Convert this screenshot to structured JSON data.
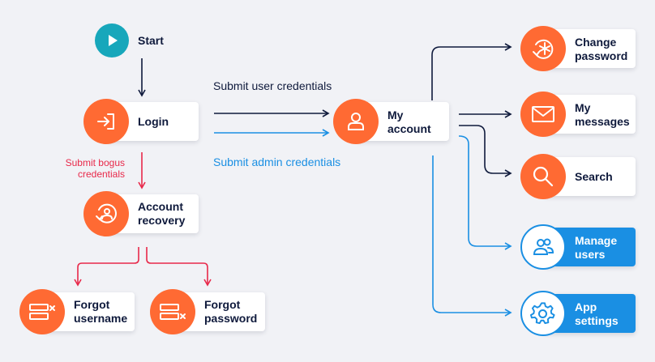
{
  "nodes": {
    "start": "Start",
    "login": "Login",
    "my_account": "My\naccount",
    "account_recovery": "Account\nrecovery",
    "forgot_username": "Forgot\nusername",
    "forgot_password": "Forgot\npassword",
    "change_password": "Change\npassword",
    "my_messages": "My\nmessages",
    "search": "Search",
    "manage_users": "Manage\nusers",
    "app_settings": "App\nsettings"
  },
  "edges": {
    "submit_user": "Submit user credentials",
    "submit_admin": "Submit admin credentials",
    "submit_bogus": "Submit bogus\ncredentials"
  },
  "colors": {
    "navy": "#0f1a3c",
    "blue": "#1a8fe3",
    "red": "#e8294a",
    "orange": "#ff6a33",
    "teal": "#17a7bb"
  }
}
